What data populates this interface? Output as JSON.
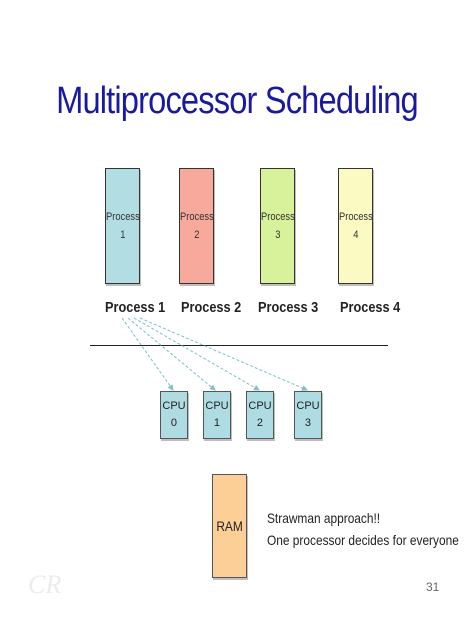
{
  "title": "Multiprocessor Scheduling",
  "processes": [
    {
      "box_text": "Process\n1",
      "label": "Process 1",
      "color": "#b2dde3"
    },
    {
      "box_text": "Process\n2",
      "label": "Process 2",
      "color": "#f7a99c"
    },
    {
      "box_text": "Process\n3",
      "label": "Process 3",
      "color": "#d7f29a"
    },
    {
      "box_text": "Process\n4",
      "label": "Process 4",
      "color": "#fbfac2"
    }
  ],
  "cpus": [
    "CPU\n0",
    "CPU\n1",
    "CPU\n2",
    "CPU\n3"
  ],
  "ram_label": "RAM",
  "note_line1": "Strawman approach!!",
  "note_line2": "One processor decides for everyone",
  "slide_number": "31",
  "arrow_color": "#7fbfc9"
}
